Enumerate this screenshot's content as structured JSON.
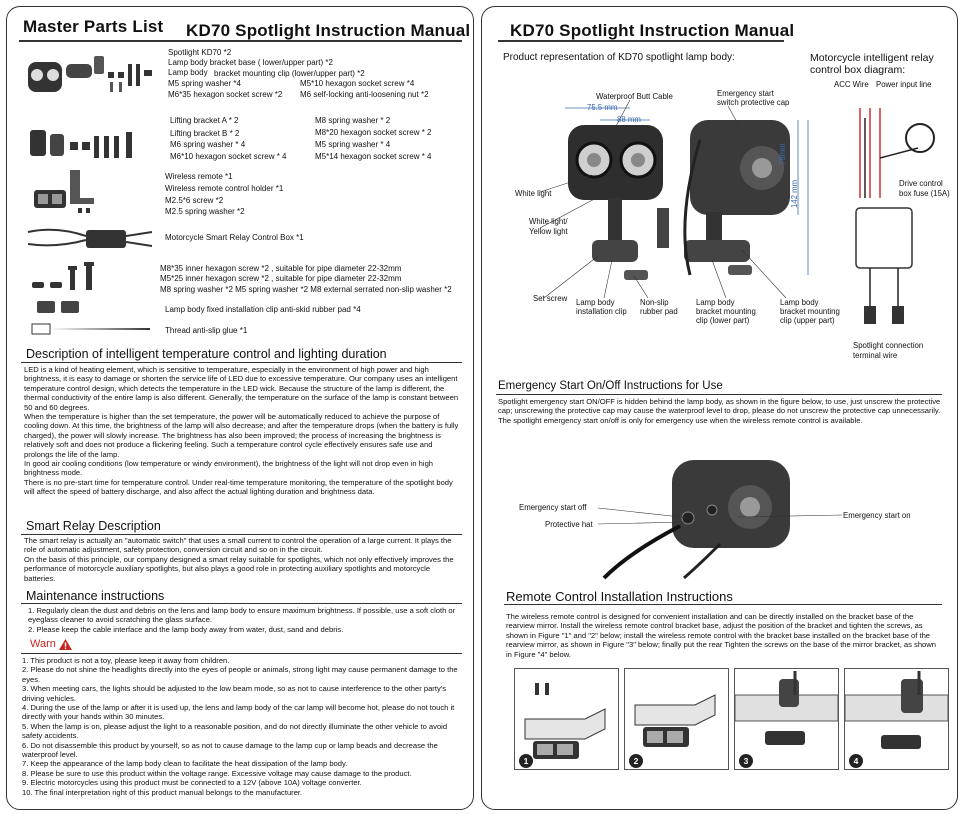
{
  "left": {
    "master_title": "Master Parts List",
    "manual_title": "KD70 Spotlight Instruction Manual",
    "parts": {
      "group1": {
        "col_a": [
          "Spotlight KD70 *2",
          "Lamp body bracket base ( lower/upper part) *2",
          "Lamp body",
          "M5 spring washer *4",
          "M6*35 hexagon socket screw *2"
        ],
        "mount_clip": "bracket mounting clip (lower/upper part) *2",
        "col_b": [
          "M5*10 hexagon socket screw *4",
          "M6 self-locking anti-loosening nut *2"
        ]
      },
      "group2": {
        "col_a": [
          "Lifting bracket A * 2",
          "Lifting bracket B * 2",
          "M6 spring washer * 4",
          "M6*10 hexagon socket screw * 4"
        ],
        "col_b": [
          "M8 spring washer * 2",
          "M8*20 hexagon socket screw * 2",
          "M5 spring washer * 4",
          "M5*14 hexagon socket screw * 4"
        ]
      },
      "group3": [
        "Wireless remote *1",
        "Wireless remote control holder *1",
        "M2.5*6 screw *2",
        "M2.5 spring washer *2"
      ],
      "group4": "Motorcycle Smart Relay Control Box *1",
      "group5": [
        "M8*35 inner hexagon screw *2 , suitable for pipe diameter 22-32mm",
        "M5*25 inner hexagon screw *2 , suitable for pipe diameter 22-32mm",
        "M8 spring washer *2    M5 spring washer *2   M8 external serrated non-slip washer *2"
      ],
      "group6": "Lamp body fixed installation clip anti-skid rubber pad *4",
      "group7": "Thread anti-slip glue  *1"
    },
    "desc_title": "Description of intelligent temperature control and lighting duration",
    "desc_paragraphs": [
      "LED is a kind of heating element, which is sensitive to temperature, especially in the environment of high power and high brightness, it is easy to damage or shorten the service life of LED due to excessive temperature. Our company uses an intelligent temperature control design, which detects the temperature in the LED wick. Because the structure of the lamp is different, the thermal conductivity of the entire lamp is also different. Generally, the temperature on the surface of the lamp is constant between 50 and 60 degrees.",
      "When the temperature is higher than the set temperature, the power will be automatically reduced to achieve the purpose of cooling down. At this time, the brightness of the lamp will also decrease; and after the temperature drops (when the battery is fully charged), the power will slowly increase. The brightness has also been improved; the process of increasing the brightness is relatively soft and does not produce a flickering feeling. Such a temperature control cycle effectively ensures safe use and prolongs the life of the lamp.",
      "In good air cooling conditions (low temperature or windy environment), the brightness of the light will not drop even in high brightness mode.",
      "There is no pre-start time for temperature control. Under real-time temperature monitoring, the temperature of the spotlight body will affect the speed of battery discharge, and also affect the actual lighting duration and brightness data."
    ],
    "relay_title": "Smart Relay Description",
    "relay_paragraphs": [
      "The smart relay is actually an \"automatic switch\" that uses a small current to control the operation of a large current. It plays the role of automatic adjustment, safety protection, conversion circuit and so on in the circuit.",
      "On the basis of this principle, our company designed a smart relay suitable for spotlights, which not only effectively improves the performance of motorcycle auxiliary spotlights, but also plays a good role in protecting auxiliary spotlights and motorcycle batteries."
    ],
    "maint_title": "Maintenance instructions",
    "maint_items": [
      "1. Regularly clean the dust and debris on the lens and lamp body to ensure maximum brightness. If possible, use a soft cloth or eyeglass cleaner to avoid scratching the glass surface.",
      "2. Please keep the cable interface and the lamp body away from water, dust, sand and debris."
    ],
    "warn_label": "Warn",
    "warn_items": [
      "1. This product is not a toy, please keep it away from children.",
      "2. Please do not shine the headlights directly into the eyes of people or animals, strong light may cause permanent damage to the eyes.",
      "3. When meeting cars, the lights should be adjusted to the low beam mode, so as not to cause interference to the other party's driving vehicles.",
      "4. During the use of the lamp or after it is used up, the lens and lamp body of the car lamp will become hot, please do not touch it directly with your hands within 30 minutes.",
      "5. When the lamp is on, please adjust the light to a reasonable position, and do not directly illuminate the other vehicle to avoid safety accidents.",
      "6. Do not disassemble this product by yourself, so as not to cause damage to the lamp cup or lamp beads and decrease the waterproof level.",
      "7. Keep the appearance of the lamp body clean to facilitate the heat dissipation of the lamp body.",
      "8. Please be sure to use this product within the voltage range. Excessive voltage may cause damage to the product.",
      "9. Electric motorcycles using this product must be connected to a 12V (above 10A) voltage converter.",
      "10. The final interpretation right of this product manual belongs to the manufacturer."
    ]
  },
  "right": {
    "manual_title": "KD70 Spotlight Instruction Manual",
    "product_caption": "Product representation of KD70 spotlight lamp body:",
    "relay_caption_1": "Motorcycle intelligent relay",
    "relay_caption_2": "control box diagram:",
    "relay_labels": {
      "acc": "ACC Wire",
      "power": "Power input line",
      "fuse_1": "Drive control",
      "fuse_2": "box fuse (15A)",
      "term_1": "Spotlight connection",
      "term_2": "terminal wire"
    },
    "lamp_labels": {
      "butt_cable": "Waterproof Butt Cable",
      "emerg_cap_1": "Emergency start",
      "emerg_cap_2": "switch protective cap",
      "dim_755": "75.5 mm",
      "dim_88": "88 mm",
      "dim_78": "78mm",
      "dim_142": "142 mm",
      "white": "White light",
      "white_yellow_1": "White light/",
      "white_yellow_2": "Yellow light",
      "set_screw": "Set screw",
      "install_clip_1": "Lamp body",
      "install_clip_2": "installation clip",
      "rubber_1": "Non-slip",
      "rubber_2": "rubber pad",
      "lower_1": "Lamp body",
      "lower_2": "bracket mounting",
      "lower_3": "clip (lower part)",
      "upper_1": "Lamp body",
      "upper_2": "bracket mounting",
      "upper_3": "clip (upper part)"
    },
    "emerg_title": "Emergency Start On/Off Instructions for Use",
    "emerg_paragraphs": [
      "Spotlight emergency start ON/OFF is hidden behind the lamp body, as shown in the figure below, to use, just unscrew the protective cap; unscrewing the protective cap may cause the waterproof level to drop, please do not unscrew the protective cap unnecessarily.",
      "The spotlight emergency start on/off is only for emergency use when the wireless remote control is available."
    ],
    "emerg_labels": {
      "off": "Emergency start off",
      "hat": "Protective hat",
      "on": "Emergency start on"
    },
    "remote_title": "Remote Control Installation Instructions",
    "remote_paragraph": "The wireless remote control is designed for convenient installation and can be directly installed on the bracket base of the rearview mirror. Install the wireless remote control bracket base, adjust the position of the bracket and tighten the screws, as shown in Figure \"1\" and \"2\" below; install the wireless remote control with the bracket base installed on the bracket base of the rearview mirror, as shown in Figure \"3\" below; finally put the rear Tighten the screws on the base of the mirror bracket, as shown in Figure \"4\" below.",
    "figure_numbers": [
      "1",
      "2",
      "3",
      "4"
    ]
  }
}
